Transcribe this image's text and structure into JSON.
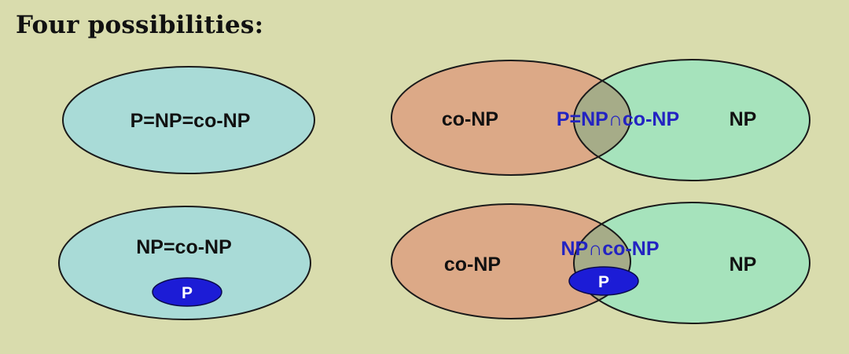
{
  "title": "Four possibilities:",
  "colors": {
    "background": "#d9dcad",
    "collapse_fill": "#a9dbd7",
    "conp_fill": "#dca987",
    "np_fill": "#a6e3bc",
    "intersection_fill": "#a6ac88",
    "p_fill": "#1c1cd6",
    "blue_text": "#2323c2",
    "outline": "#1a1a1a"
  },
  "panels": {
    "top_left": {
      "label": "P=NP=co-NP"
    },
    "bottom_left": {
      "label": "NP=co-NP",
      "inner": "P"
    },
    "top_right": {
      "left": "co-NP",
      "middle": "P=NP∩co-NP",
      "right": "NP"
    },
    "bottom_right": {
      "left": "co-NP",
      "middle": "NP∩co-NP",
      "inner": "P",
      "right": "NP"
    }
  }
}
